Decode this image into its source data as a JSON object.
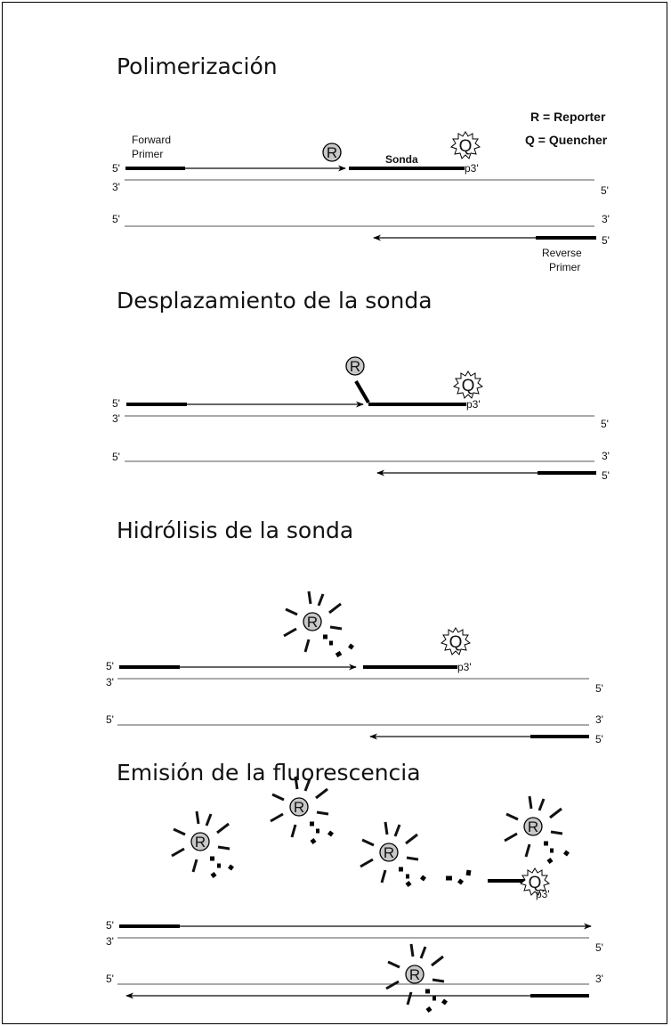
{
  "headings": {
    "polimerizacion": "Polimerización",
    "desplazamiento": "Desplazamiento de la sonda",
    "hidrolisis": "Hidrólisis de la sonda",
    "emision": "Emisión de la fluorescencia"
  },
  "legend": {
    "reporter": "R = Reporter",
    "quencher": "Q = Quencher"
  },
  "labels": {
    "forward_primer_1": "Forward",
    "forward_primer_2": "Primer",
    "reverse_primer_1": "Reverse",
    "reverse_primer_2": "Primer",
    "sonda": "Sonda",
    "five_prime": "5'",
    "three_prime": "3'",
    "p_three_prime": "p3'",
    "reporter_letter": "R",
    "quencher_letter": "Q"
  },
  "icons": [
    "reporter-circle-icon",
    "quencher-star-icon",
    "arrow-head-icon",
    "emission-rays-icon"
  ]
}
